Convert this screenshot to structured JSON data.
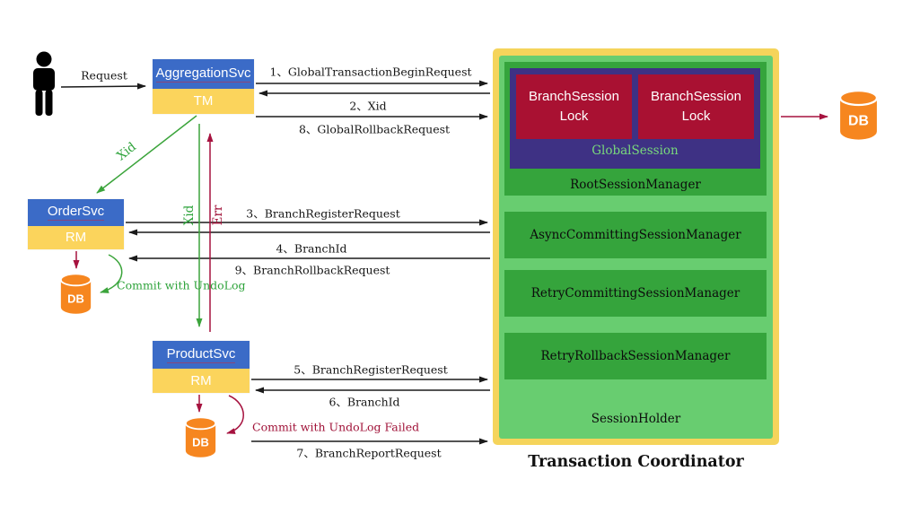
{
  "actor": {
    "request_label": "Request"
  },
  "aggregation_svc": {
    "title": "AggregationSvc",
    "role": "TM"
  },
  "order_svc": {
    "title": "OrderSvc",
    "role": "RM",
    "db_label": "DB",
    "commit_note": "Commit with UndoLog"
  },
  "product_svc": {
    "title": "ProductSvc",
    "role": "RM",
    "db_label": "DB",
    "commit_note": "Commit with UndoLog Failed"
  },
  "messages": {
    "m1": "1、GlobalTransactionBeginRequest",
    "m2": "2、Xid",
    "m8": "8、GlobalRollbackRequest",
    "m3": "3、BranchRegisterRequest",
    "m4": "4、BranchId",
    "m9": "9、BranchRollbackRequest",
    "m5": "5、BranchRegisterRequest",
    "m6": "6、BranchId",
    "m7": "7、BranchReportRequest"
  },
  "flow_labels": {
    "xid_to_order": "Xid",
    "xid_to_product": "Xid",
    "err_to_tm": "Err"
  },
  "coordinator": {
    "caption": "Transaction Coordinator",
    "branch_session_lock_left": "BranchSession Lock",
    "branch_session_lock_right": "BranchSession Lock",
    "global_session": "GlobalSession",
    "root_session_manager": "RootSessionManager",
    "async_committing_session_manager": "AsyncCommittingSessionManager",
    "retry_committing_session_manager": "RetryCommittingSessionManager",
    "retry_rollback_session_manager": "RetryRollbackSessionManager",
    "session_holder": "SessionHolder",
    "db_label": "DB"
  },
  "colors": {
    "service_blue": "#3b6bc7",
    "role_yellow": "#fbd45c",
    "db_orange": "#f6861f",
    "tc_frame_yellow": "#f5d45b",
    "tc_light_green": "#68cd70",
    "tc_dark_green": "#35a43c",
    "global_session_purple": "#3e3184",
    "branch_lock_crimson": "#a91132",
    "global_session_text_green": "#79d97c",
    "flow_green": "#3ba43b",
    "flow_crimson": "#a6123f",
    "line_black": "#1a1a1a"
  }
}
